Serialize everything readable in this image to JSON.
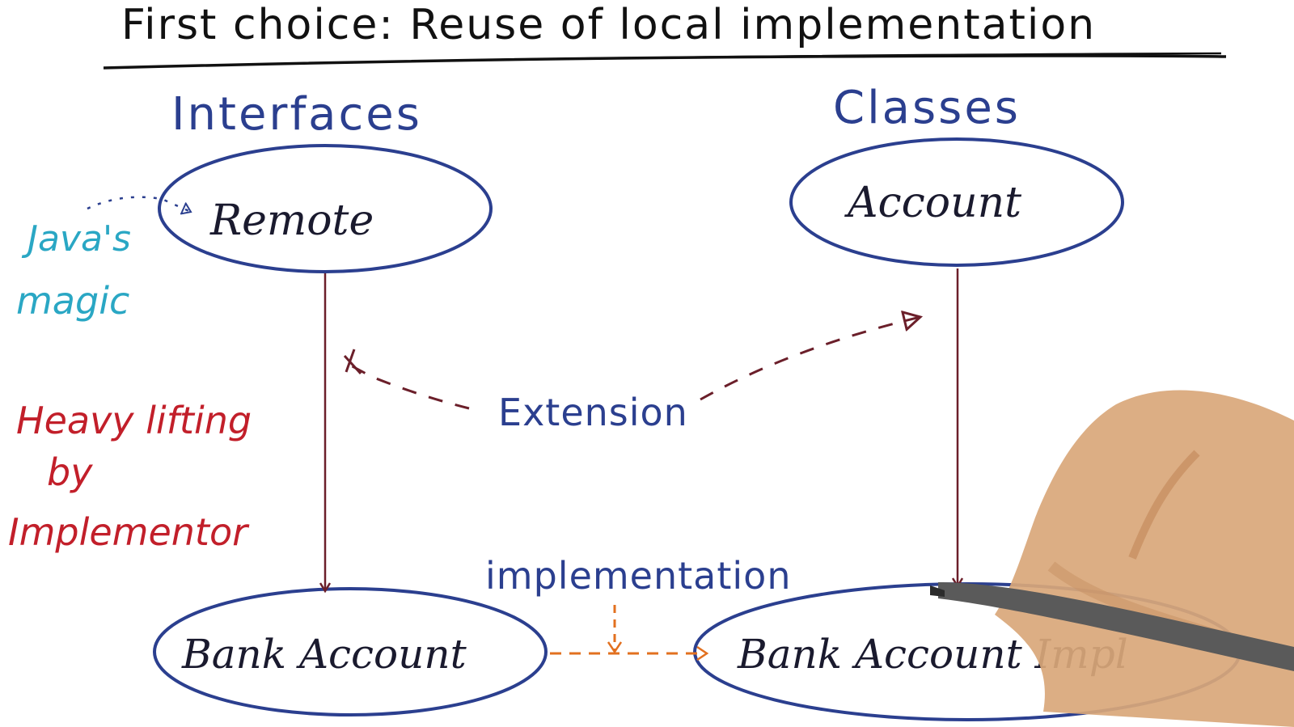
{
  "title": "First choice: Reuse of local implementation",
  "headers": {
    "interfaces": "Interfaces",
    "classes": "Classes"
  },
  "nodes": {
    "remote": "Remote",
    "account": "Account",
    "bank_account": "Bank Account",
    "bank_account_impl": "Bank Account Impl"
  },
  "edges": {
    "extension": "Extension",
    "implementation": "implementation"
  },
  "notes": {
    "javas": "Java's",
    "magic": "magic",
    "heavy_lifting": "Heavy lifting",
    "by": "by",
    "implementor": "Implementor"
  },
  "colors": {
    "blue": "#2b3f8f",
    "maroon": "#6b1f2a",
    "teal": "#2aa7c4",
    "red": "#c21f2a",
    "orange": "#e2701f",
    "ink": "#111111"
  }
}
